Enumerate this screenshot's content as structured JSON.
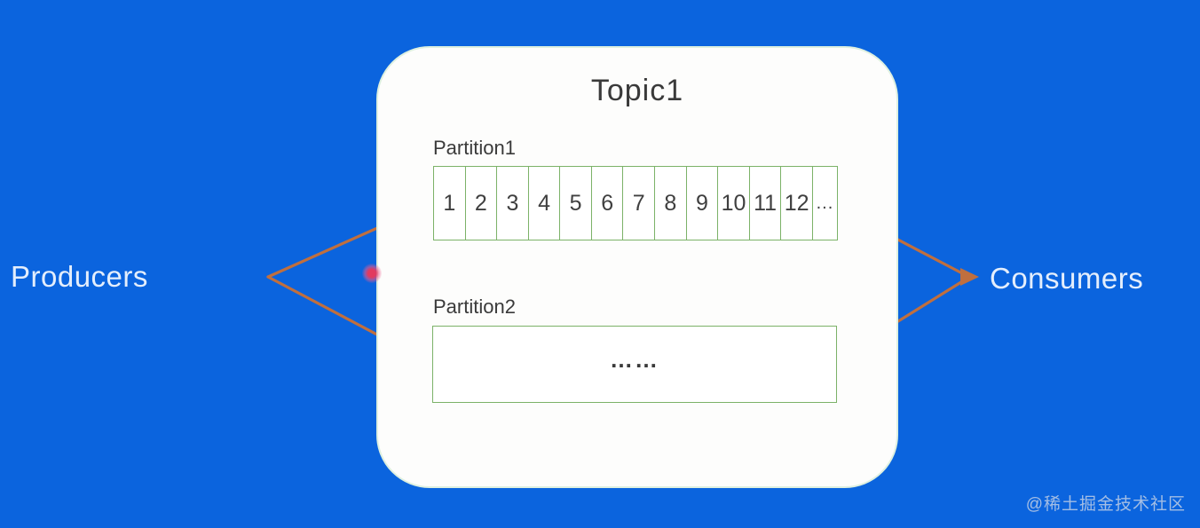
{
  "colors": {
    "background": "#0b64de",
    "box_bg": "#fdfdfc",
    "box_edge": "#def0e0",
    "cell_border": "#7cb268",
    "arrow": "#c06f3e",
    "dark_text": "#3a3a3a",
    "light_text": "#e4eefc",
    "pointer": "#e23a5f",
    "watermark": "#c9d4e6"
  },
  "diagram": {
    "topic": {
      "title": "Topic1"
    },
    "producers_label": "Producers",
    "consumers_label": "Consumers",
    "partition1": {
      "label": "Partition1",
      "cells": [
        "1",
        "2",
        "3",
        "4",
        "5",
        "6",
        "7",
        "8",
        "9",
        "10",
        "11",
        "12",
        "..."
      ]
    },
    "partition2": {
      "label": "Partition2",
      "content": "……"
    },
    "watermark": "@稀土掘金技术社区"
  }
}
